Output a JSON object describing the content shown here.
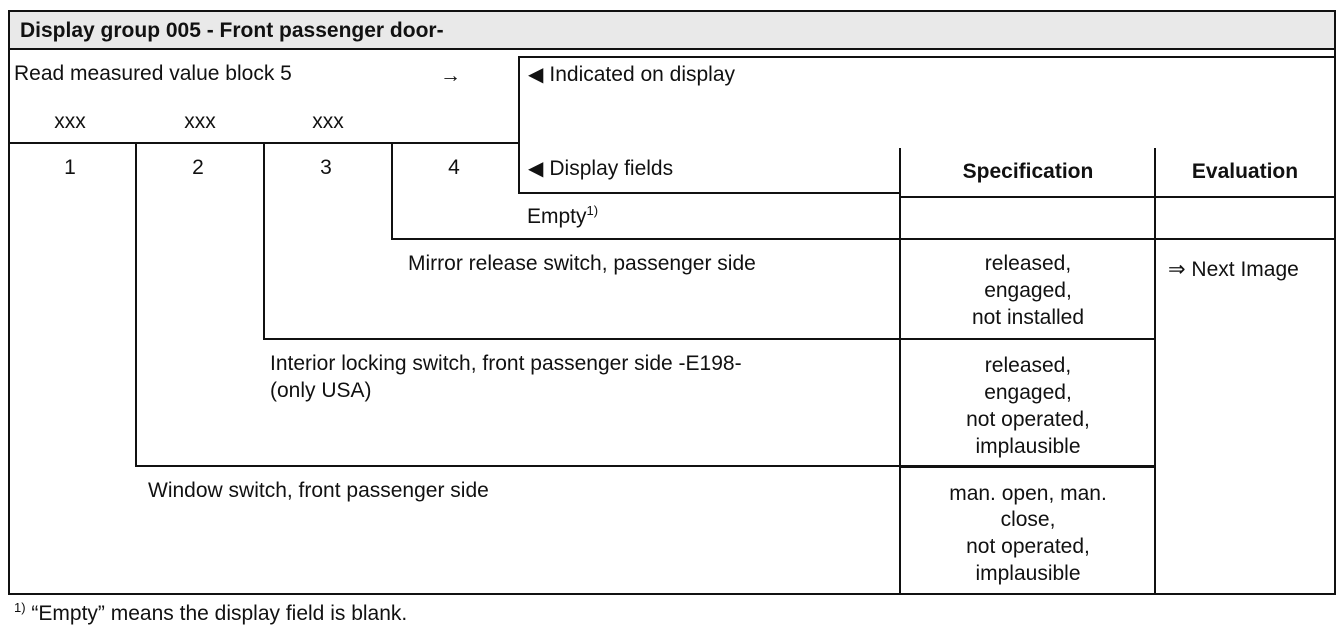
{
  "header": {
    "title": "Display group 005 - Front passenger door-"
  },
  "read_block": {
    "label": "Read measured value block 5",
    "arrow": "→"
  },
  "indicated": {
    "marker": "◀",
    "label": "Indicated on display"
  },
  "placeholders": [
    "xxx",
    "xxx",
    "xxx"
  ],
  "fields": [
    "1",
    "2",
    "3",
    "4"
  ],
  "display_fields": {
    "marker": "◀",
    "label": "Display fields"
  },
  "columns": {
    "specification": "Specification",
    "evaluation": "Evaluation"
  },
  "rows": [
    {
      "field": "4",
      "text": "Empty",
      "footnote_mark": "1)",
      "spec": []
    },
    {
      "field": "3",
      "text": "Mirror release  switch, passenger side",
      "spec": [
        "released,",
        "engaged,",
        "not installed"
      ]
    },
    {
      "field": "2",
      "text": [
        "Interior locking switch, front passenger side -E198-",
        "(only USA)"
      ],
      "spec": [
        "released,",
        "engaged,",
        "not operated,",
        "implausible"
      ]
    },
    {
      "field": "1",
      "text": "Window  switch, front passenger side",
      "spec": [
        "man. open, man.",
        "close,",
        "not operated,",
        "implausible"
      ]
    }
  ],
  "evaluation_link": "⇒ Next Image",
  "footnote": {
    "mark": "1)",
    "text": "“Empty” means the display field is blank."
  }
}
